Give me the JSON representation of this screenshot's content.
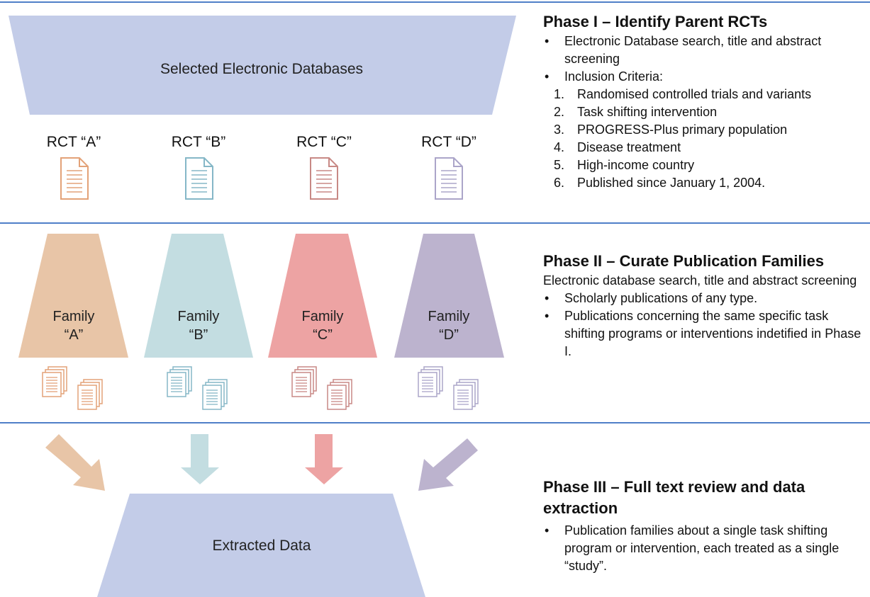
{
  "colors": {
    "rule": "#4f7fc8",
    "database": "#c3cce8",
    "family_a": "#e8c5a7",
    "family_b": "#c3dde1",
    "family_c": "#eda3a3",
    "family_d": "#bcb3ce",
    "doc_a": "#e3a278",
    "doc_b": "#85b7c7",
    "doc_c": "#c88985",
    "doc_d": "#aba5c9"
  },
  "diagram": {
    "database_label": "Selected Electronic Databases",
    "rcts": [
      {
        "label": "RCT “A”",
        "icon": "document-icon"
      },
      {
        "label": "RCT “B”",
        "icon": "document-icon"
      },
      {
        "label": "RCT “C”",
        "icon": "document-icon"
      },
      {
        "label": "RCT “D”",
        "icon": "document-icon"
      }
    ],
    "families": [
      {
        "line1": "Family",
        "line2": "“A”",
        "icon": "document-stack-icon"
      },
      {
        "line1": "Family",
        "line2": "“B”",
        "icon": "document-stack-icon"
      },
      {
        "line1": "Family",
        "line2": "“C”",
        "icon": "document-stack-icon"
      },
      {
        "line1": "Family",
        "line2": "“D”",
        "icon": "document-stack-icon"
      }
    ],
    "extracted_label": "Extracted Data"
  },
  "phase1": {
    "title": "Phase I –  Identify Parent RCTs",
    "bullets": [
      "Electronic Database search, title and abstract screening",
      "Inclusion Criteria:"
    ],
    "criteria": [
      "Randomised controlled trials and variants",
      "Task shifting intervention",
      "PROGRESS-Plus primary population",
      "Disease treatment",
      "High-income country",
      "Published since January 1, 2004."
    ]
  },
  "phase2": {
    "title": "Phase II –  Curate Publication Families",
    "intro": "Electronic database search, title and abstract screening",
    "bullets": [
      "Scholarly publications of any type.",
      "Publications concerning the same specific task shifting programs or interventions indetified in Phase I."
    ]
  },
  "phase3": {
    "title": "Phase III –  Full text review and data extraction",
    "bullets": [
      "Publication families about a single task shifting program or intervention, each treated as a single “study”."
    ]
  }
}
